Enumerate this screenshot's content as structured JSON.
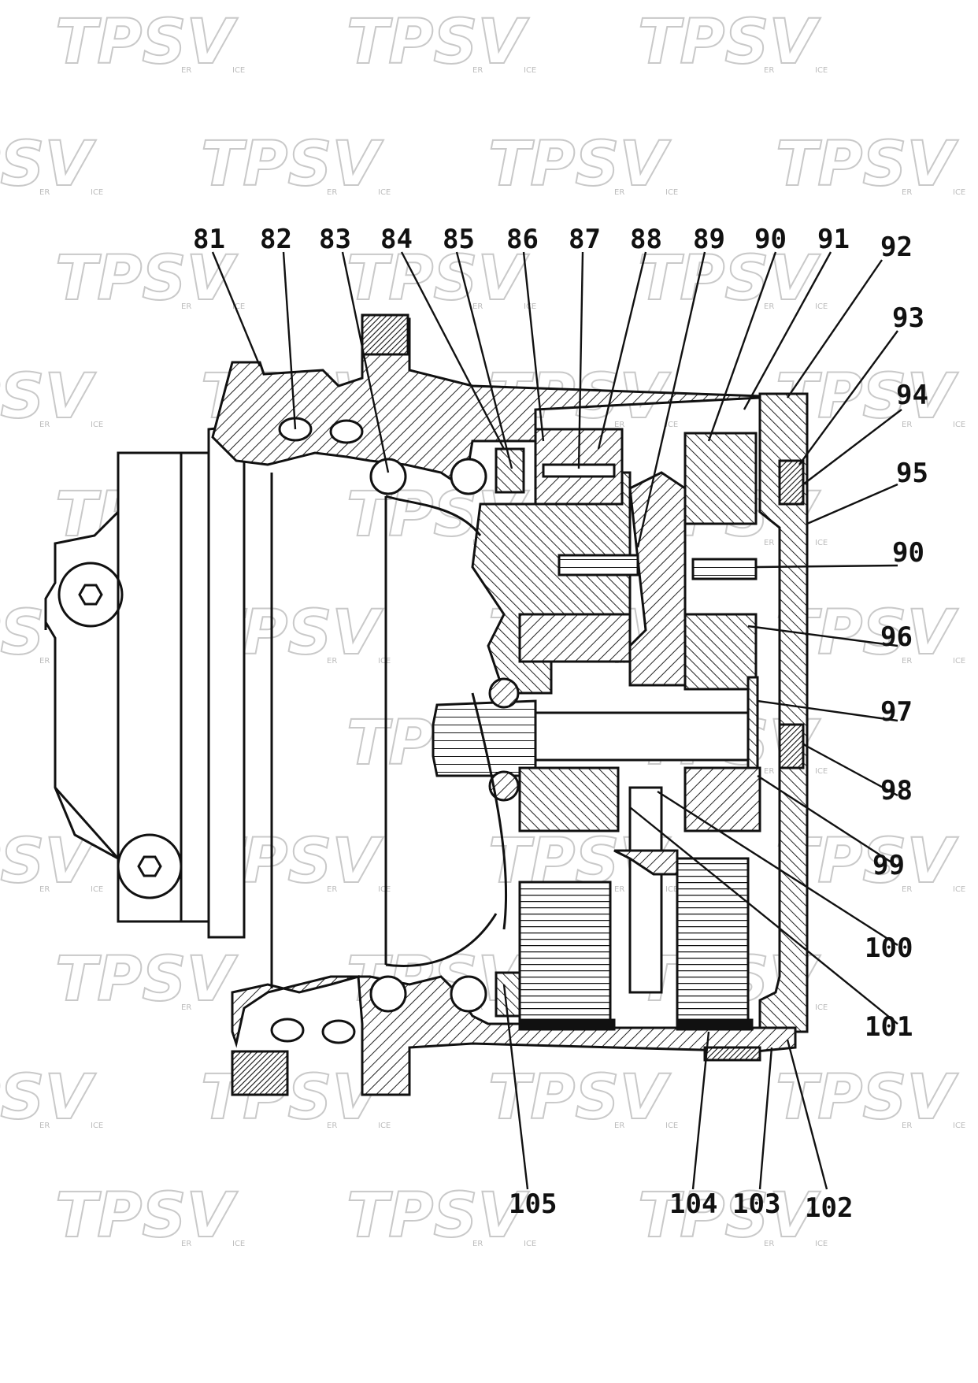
{
  "watermark": {
    "mark": "TPSV",
    "small_left": "ER",
    "small_right": "ICE"
  },
  "callouts": [
    {
      "id": "81",
      "label": "81"
    },
    {
      "id": "82",
      "label": "82"
    },
    {
      "id": "83",
      "label": "83"
    },
    {
      "id": "84",
      "label": "84"
    },
    {
      "id": "85",
      "label": "85"
    },
    {
      "id": "86",
      "label": "86"
    },
    {
      "id": "87",
      "label": "87"
    },
    {
      "id": "88",
      "label": "88"
    },
    {
      "id": "89",
      "label": "89"
    },
    {
      "id": "90a",
      "label": "90"
    },
    {
      "id": "91",
      "label": "91"
    },
    {
      "id": "92",
      "label": "92"
    },
    {
      "id": "93",
      "label": "93"
    },
    {
      "id": "94",
      "label": "94"
    },
    {
      "id": "95",
      "label": "95"
    },
    {
      "id": "90b",
      "label": "90"
    },
    {
      "id": "96",
      "label": "96"
    },
    {
      "id": "97",
      "label": "97"
    },
    {
      "id": "98",
      "label": "98"
    },
    {
      "id": "99",
      "label": "99"
    },
    {
      "id": "100",
      "label": "100"
    },
    {
      "id": "101",
      "label": "101"
    },
    {
      "id": "105",
      "label": "105"
    },
    {
      "id": "104",
      "label": "104"
    },
    {
      "id": "103",
      "label": "103"
    },
    {
      "id": "102",
      "label": "102"
    }
  ]
}
